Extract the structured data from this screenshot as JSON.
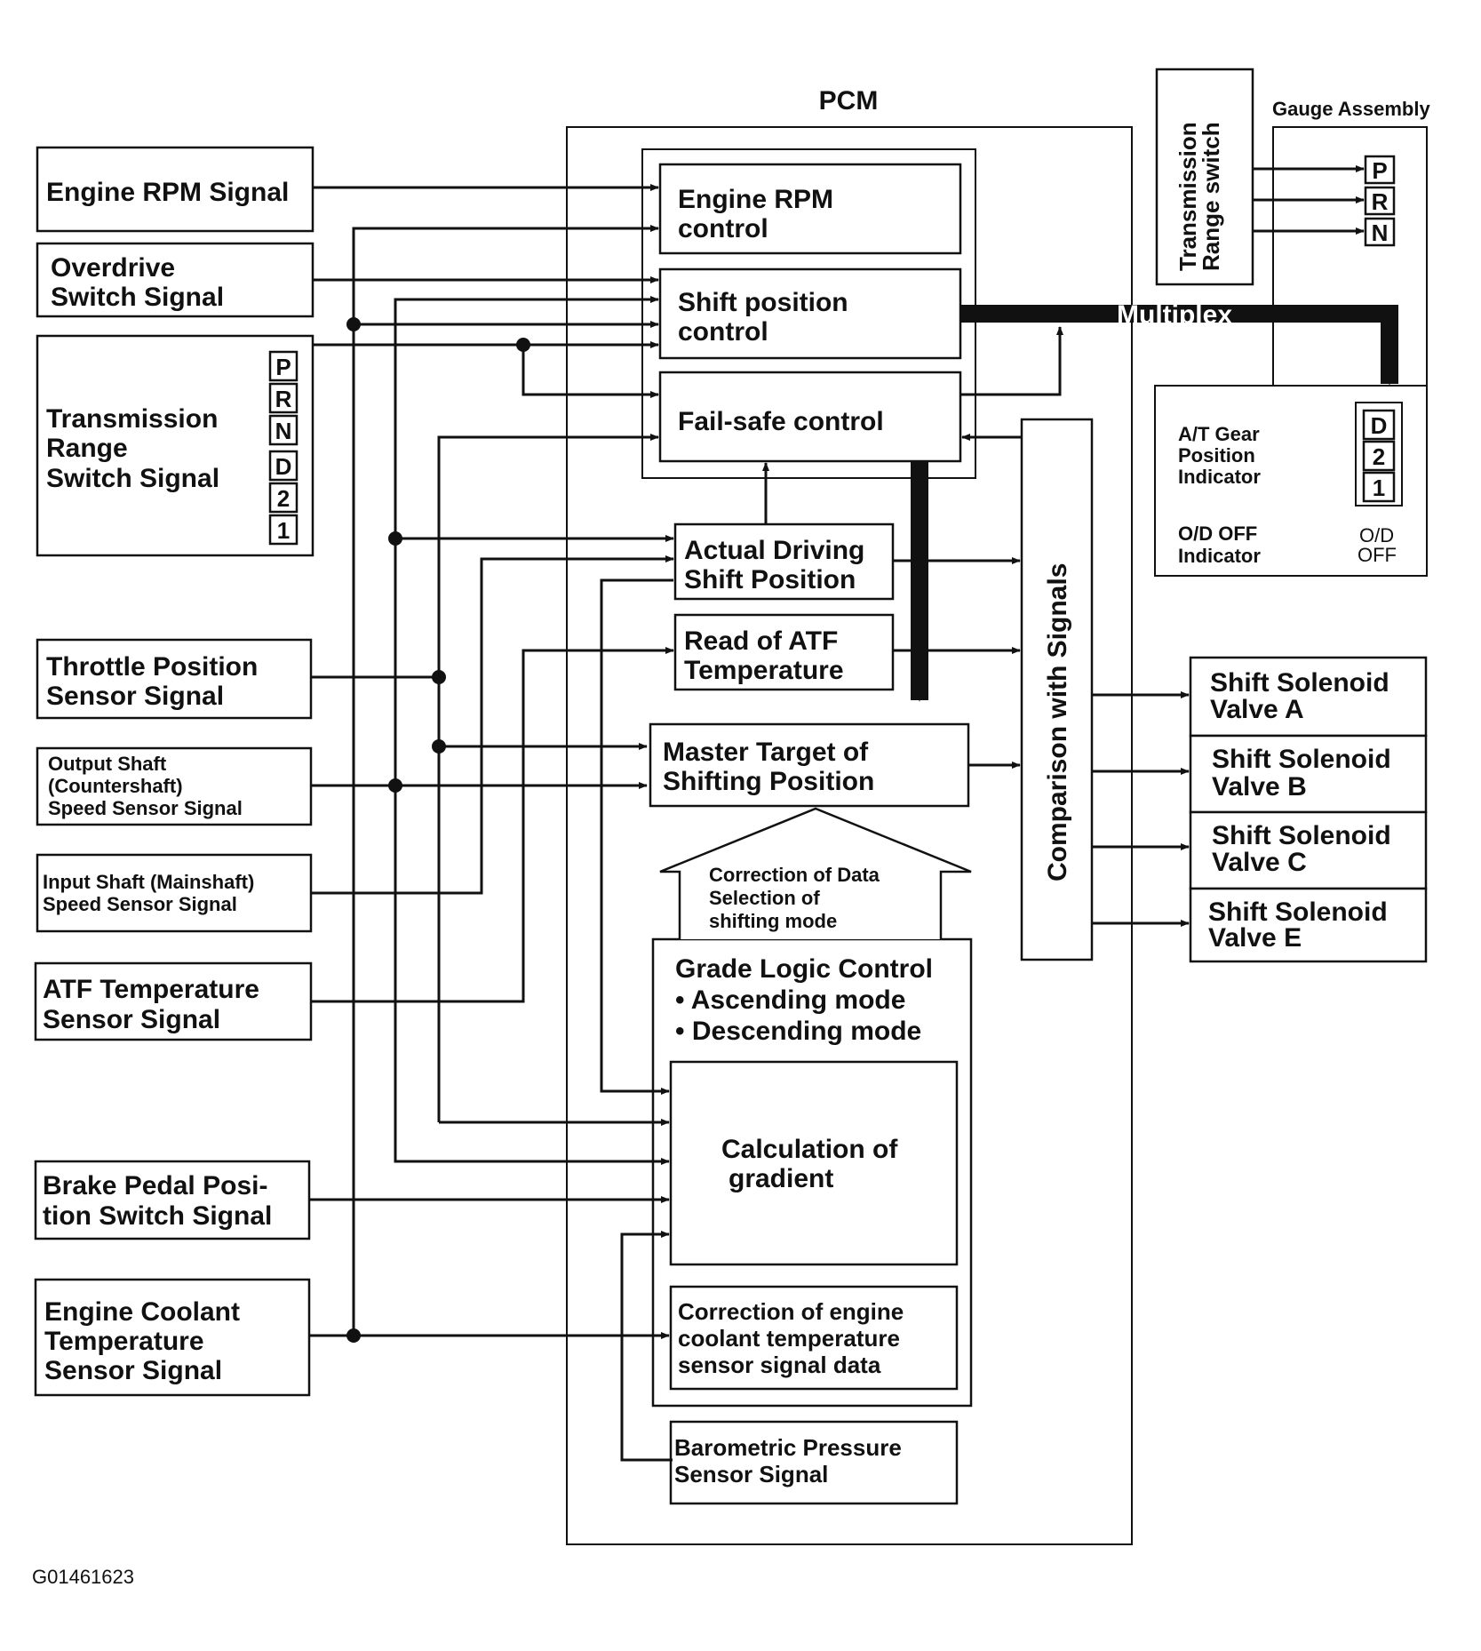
{
  "pcm": {
    "title": "PCM"
  },
  "inputs": {
    "engine_rpm": [
      "Engine RPM Signal"
    ],
    "overdrive": [
      "Overdrive",
      "Switch Signal"
    ],
    "trans_range": [
      "Transmission",
      "Range",
      "Switch Signal"
    ],
    "trans_range_letters": [
      "P",
      "R",
      "N",
      "D",
      "2",
      "1"
    ],
    "throttle": [
      "Throttle Position",
      "Sensor Signal"
    ],
    "output_shaft": [
      "Output Shaft",
      "(Countershaft)",
      "Speed Sensor Signal"
    ],
    "input_shaft": [
      "Input Shaft (Mainshaft)",
      "Speed Sensor Signal"
    ],
    "atf_temp": [
      "ATF Temperature",
      "Sensor Signal"
    ],
    "brake": [
      "Brake Pedal Posi-",
      "tion Switch Signal"
    ],
    "coolant": [
      "Engine Coolant",
      "Temperature",
      "Sensor Signal"
    ]
  },
  "pcm_blocks": {
    "engine_rpm_control": [
      "Engine RPM",
      "control"
    ],
    "shift_position_control": [
      "Shift position",
      "control"
    ],
    "fail_safe": [
      "Fail-safe control"
    ],
    "actual_driving": [
      "Actual Driving",
      "Shift Position"
    ],
    "read_atf": [
      "Read of ATF",
      "Temperature"
    ],
    "master_target": [
      "Master Target of",
      "Shifting Position"
    ],
    "correction_arrow": [
      "Correction of Data",
      "Selection of",
      "shifting mode"
    ],
    "grade_logic": [
      "Grade Logic Control",
      "• Ascending mode",
      "• Descending mode"
    ],
    "calc_gradient": [
      "Calculation of",
      "gradient"
    ],
    "coolant_correction": [
      "Correction of engine",
      "coolant temperature",
      "sensor signal data"
    ],
    "barometric": [
      "Barometric Pressure",
      "Sensor Signal"
    ],
    "comparison": [
      "Comparison with Signals"
    ]
  },
  "multiplex": {
    "label": "Multiplex"
  },
  "gauge": {
    "title": "Gauge Assembly",
    "range_switch": [
      "Transmission",
      "Range switch"
    ],
    "prn_letters": [
      "P",
      "R",
      "N"
    ],
    "at_gear": [
      "A/T Gear",
      "Position",
      "Indicator"
    ],
    "d21_letters": [
      "D",
      "2",
      "1"
    ],
    "od_off": [
      "O/D OFF",
      "Indicator"
    ],
    "od_off_symbol": [
      "O/D",
      "OFF"
    ]
  },
  "outputs": {
    "valve_a": [
      "Shift Solenoid",
      "Valve A"
    ],
    "valve_b": [
      "Shift Solenoid",
      "Valve B"
    ],
    "valve_c": [
      "Shift Solenoid",
      "Valve C"
    ],
    "valve_e": [
      "Shift Solenoid",
      "Valve E"
    ]
  },
  "figure_id": "G01461623"
}
